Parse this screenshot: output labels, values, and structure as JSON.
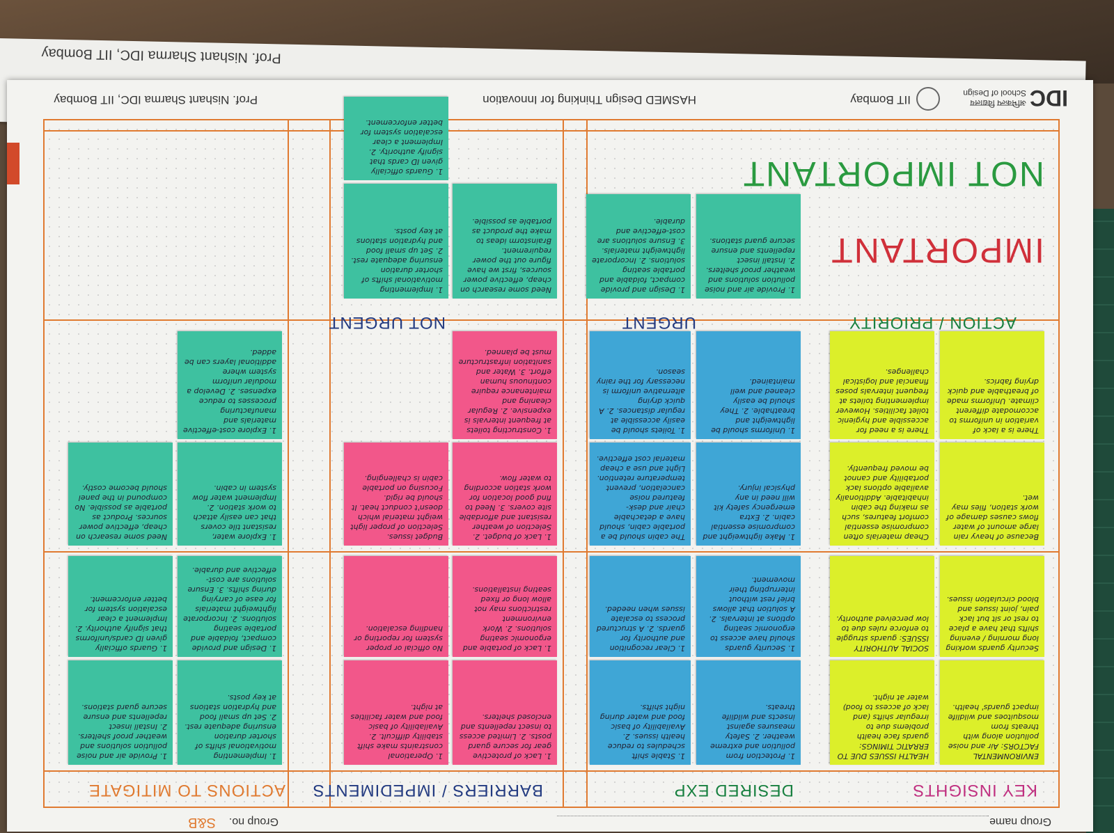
{
  "back_sheet": {
    "credit": "Prof. Nishant Sharma IDC, IIT Bombay"
  },
  "header": {
    "logo": "IDC",
    "logo_sub": "School of Design",
    "logo_hindi": "अभिकल्प विद्यालय",
    "institute": "IIT Bombay",
    "title": "HASMED Design Thinking for Innovation",
    "credit": "Prof. Nishant Sharma IDC, IIT Bombay"
  },
  "group": {
    "name_label": "Group name",
    "no_label": "Group no.",
    "no_value": "S&B"
  },
  "rows": {
    "key_insights": "KEY INSIGHTS",
    "desired_exp": "DESIRED EXP",
    "barriers": "BARRIERS / IMPEDIMENTS",
    "actions": "ACTIONS TO MITIGATE"
  },
  "cols": {
    "action_priority": "ACTION / PRIORITY",
    "urgent": "URGENT",
    "not_urgent": "NOT URGENT",
    "important": "IMPORTANT",
    "not_important": "NOT IMPORTANT"
  },
  "notes": {
    "y1": "ENVIRONMENTAL FACTORS: Air and noise pollution along with threats from mosquitoes and wildlife impact guards' health.",
    "y2": "Security guards working long morning / evening shifts that have a place to rest or sit but lack pain, joint issues and blood circulation issues.",
    "y3": "Because of heavy rain large amount of water flows causes damage of work station, files may wet.",
    "y4": "There is a lack of variation in uniforms to accomodate different climate. Uniforms made of breathable and quick drying fabrics.",
    "y5": "HEALTH ISSUES DUE TO ERRATIC TIMINGS: guards face health problems due to irregular shifts (and lack of access to food) water at night.",
    "y6": "SOCIAL AUTHORITY ISSUES: guards struggle to enforce rules due to low perceived authority.",
    "y7": "Cheap materials often compromise essential comfort features, such as making the cabin inhabitable. Additionally available options lack portability and cannot be moved frequently.",
    "y8": "There is a need for accessible and hygienic toilet facilities. However implementing toilets at frequent intervals poses financial and logistical challenges.",
    "b1": "1. Protection from pollution and extreme weather. 2. Safety measures against insects and wildlife threats.",
    "b2": "1. Security guards should have access to ergonomic seating options at intervals. 2. A solution that allows brief rest without interrupting their movement.",
    "b3": "1. Make lightweight and compromise essential cabin. 2. Extra emergency safety kit will need in any physical injury.",
    "b4": "1. Uniforms should be lightweight and breathable. 2. They should be easily cleaned and well maintained.",
    "b5": "1. Stable shift schedules to reduce health issues. 2. Availability of basic food and water during night shifts.",
    "b6": "1. Clear recognition and authority for guards. 2. A structured process to escalate issues when needed.",
    "b7": "The cabin should be a portable cabin, should have a detachable chair and desk-featured noise cancelation, prevent temperature retention. Light and use a cheap material cost effective.",
    "b8": "1. Toilets should be easily accessible at regular distances. 2. A quick drying alternative uniform is necessary for the rainy season.",
    "p1": "1. Lack of protective gear for secure guard posts. 2. Limited access to insect repellents and enclosed shelters.",
    "p2": "1. Operational constraints make shift stability difficult. 2. Availability of basic food and water facilities at night.",
    "p3": "1. Lack of portable and ergonomic seating solutions. 2. Work environment restrictions may not allow long or fixed seating installations.",
    "p4": "No official or proper system for reporting or handling escalation.",
    "p5": "1. Lack of budget. 2. Selection of weather resistant and affordable site covers. 3. Need to find good location for work station according to water flow.",
    "p6": "Budget issues. Selection of proper light weight material which doesn't conduct heat. It should be rigid. Focusing on portable cabin is challenging.",
    "p7": "1. Constructing toilets at frequent intervals is expensive. 2. Regular cleaning and maintenance require continuous human effort. 3. Water and sanitation infrastructure must be planned.",
    "g1": "1. Implementing motivational shifts of shorter duration ensuring adequate rest. 2. Set up small food and hydration stations at key posts.",
    "g2": "1. Design and provide compact, foldable and portable seating solutions. 2. Incorporate lightweight materials for ease of carrying during shifts. 3. Ensure solutions are cost-effective and durable.",
    "g3": "1. Explore water, resistant tile covers that can easily attach to work station. 2. Implement water flow system in cabin.",
    "g4": "1. Explore cost-effective materials and manufacturing processes to reduce expenses. 2. Develop a modular uniform system where additional layers can be added.",
    "g5": "1. Provide air and noise pollution solutions and weather proof shelters. 2. Install insect repellents and ensure secure guard stations.",
    "g6": "1. Guards officially given ID cards/uniforms that signify authority. 2. Implement a clear escalation system for better enforcement.",
    "g7": "Need some research on cheap, effective power sources, first we have figure out the power requirement. Brainstorm ideas to make the product as portable as possible.",
    "g8": "1. Implementing motivational shifts of shorter duration ensuring adequate rest. 2. Set up small food and hydration stations at key posts.",
    "g9": "1. Provide air and noise pollution solutions and weather proof shelters. 2. Install insect repellents and ensure secure guard stations.",
    "g10": "1. Design and provide compact, foldable and portable seating solutions. 2. Incorporate lightweight materials. 3. Ensure solutions are cost-effective and durable.",
    "g11": "Need some research on cheap, effective power sources. Product as portable as possible. No compound in the panel should become costly.",
    "g12": "1. Guards officially given ID cards that signify authority. 2. Implement a clear escalation system for better enforcement."
  },
  "colors": {
    "grid": "#e07a30",
    "yellow": "#dcef2a",
    "blue": "#3fa6d6",
    "pink": "#f2578a",
    "green": "#3ec1a0"
  }
}
